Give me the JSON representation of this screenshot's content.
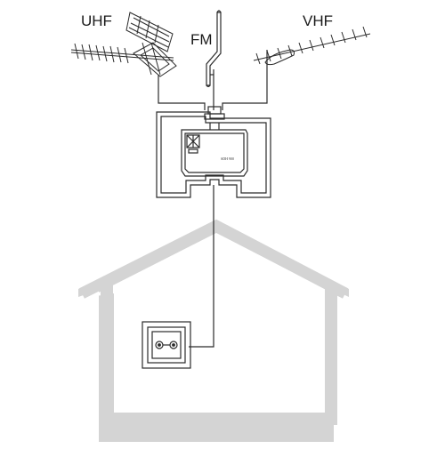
{
  "labels": {
    "uhf": "UHF",
    "fm": "FM",
    "vhf": "VHF"
  },
  "amplifier": {
    "model_text": "SDH 900"
  },
  "colors": {
    "line": "#2b2b2b",
    "house": "#d4d4d4",
    "background": "#ffffff"
  },
  "icons": {
    "uhf_antenna": "yagi-panel-antenna",
    "fm_antenna": "dipole-antenna",
    "vhf_antenna": "yagi-antenna",
    "amplifier": "mast-amplifier-box",
    "outlet": "tv-wall-socket",
    "house": "house-outline"
  }
}
